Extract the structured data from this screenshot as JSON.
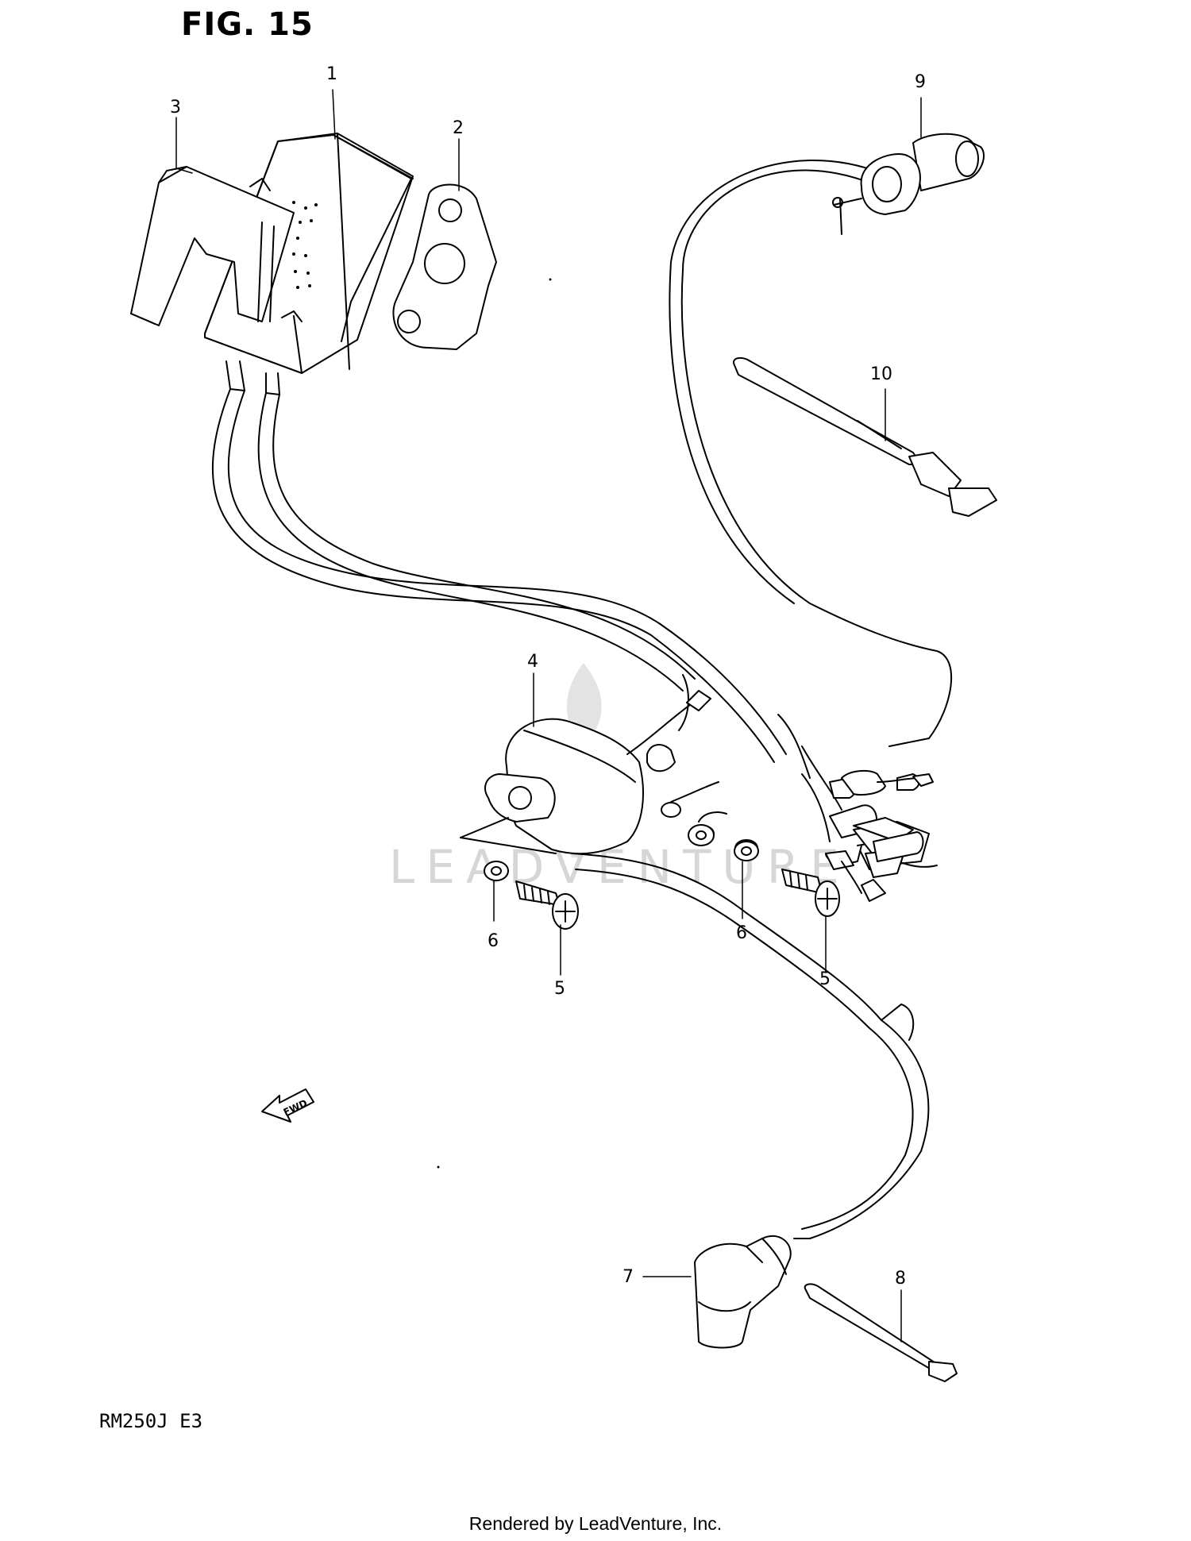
{
  "figure": {
    "title": "FIG. 15",
    "model_code": "RM250J  E3",
    "footer": "Rendered by LeadVenture, Inc.",
    "watermark": "LEADVENTURE",
    "fwd_label": "FWD"
  },
  "callouts": [
    {
      "id": "1",
      "label": "1"
    },
    {
      "id": "2",
      "label": "2"
    },
    {
      "id": "3",
      "label": "3"
    },
    {
      "id": "4",
      "label": "4"
    },
    {
      "id": "5a",
      "label": "5"
    },
    {
      "id": "5b",
      "label": "5"
    },
    {
      "id": "6a",
      "label": "6"
    },
    {
      "id": "6b",
      "label": "6"
    },
    {
      "id": "7",
      "label": "7"
    },
    {
      "id": "8",
      "label": "8"
    },
    {
      "id": "9",
      "label": "9"
    },
    {
      "id": "10",
      "label": "10"
    }
  ]
}
